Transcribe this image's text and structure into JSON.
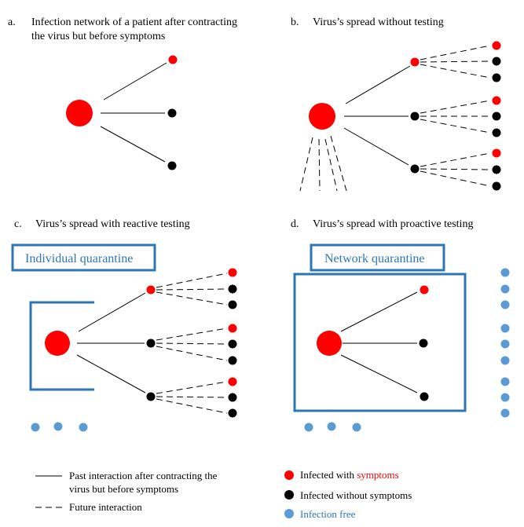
{
  "panels": {
    "a": {
      "letter": "a.",
      "title_line1": "Infection network of a patient after contracting",
      "title_line2": "the virus but before symptoms"
    },
    "b": {
      "letter": "b.",
      "title": "Virus’s spread without testing"
    },
    "c": {
      "letter": "c.",
      "title": "Virus’s spread with reactive testing",
      "box_label": "Individual  quarantine"
    },
    "d": {
      "letter": "d.",
      "title": "Virus’s spread with proactive testing",
      "box_label": "Network quarantine"
    }
  },
  "legend": {
    "solid_line_1": "Past interaction after contracting the",
    "solid_line_2": "virus but before symptoms",
    "dashed_line": "Future interaction",
    "red_prefix": "Infected with ",
    "red_word": "symptoms",
    "black": "Infected without symptoms",
    "blue": "Infection free"
  },
  "colors": {
    "infected_symptoms": "#ff0000",
    "infected_no_symptoms": "#000000",
    "infection_free": "#5b9bd5",
    "quarantine_border": "#2e75b6"
  }
}
